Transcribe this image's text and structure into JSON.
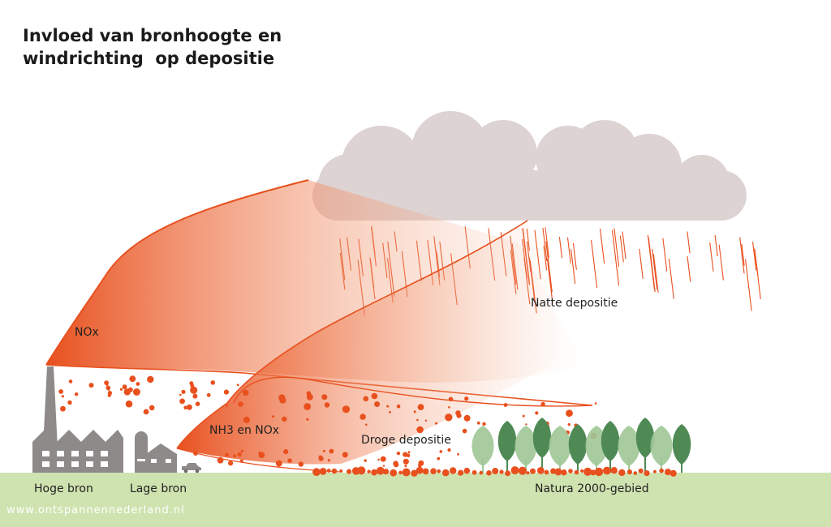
{
  "title_line1": "Invloed van bronhoogte en",
  "title_line2": "windrichting  op depositie",
  "labels": {
    "nox": "NOx",
    "nh3_nox": "NH3 en NOx",
    "wet": "Natte depositie",
    "dry": "Droge depositie",
    "high_source": "Hoge bron",
    "low_source": "Lage bron",
    "natura": "Natura 2000-gebied"
  },
  "watermark": "www.ontspannennederland.nl",
  "colors": {
    "plume": "#e8501e",
    "cloud": "#ddd3d3",
    "ground": "#cfe3b0",
    "building": "#8e8a8a",
    "tree_dark": "#4f8a55",
    "tree_light": "#9fc796"
  }
}
